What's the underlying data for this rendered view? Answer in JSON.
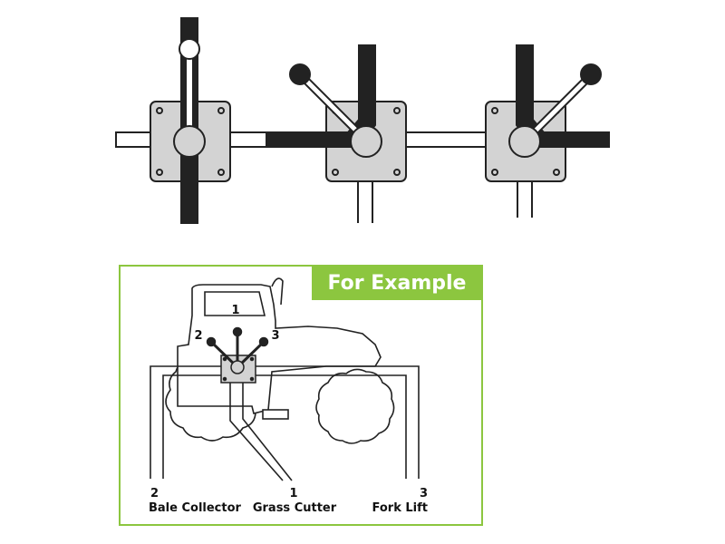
{
  "banner": {
    "title": "For Example",
    "color": "#8cc63f"
  },
  "colors": {
    "plate": "#d3d3d3",
    "stroke": "#222222",
    "pipe_active": "#222222",
    "frame": "#8cc63f"
  },
  "valves": [
    {
      "lever": "up"
    },
    {
      "lever": "left"
    },
    {
      "lever": "right"
    }
  ],
  "example": {
    "lever_numbers": [
      "2",
      "1",
      "3"
    ],
    "outputs": [
      {
        "number": "2",
        "name": "Bale Collector"
      },
      {
        "number": "1",
        "name": "Grass Cutter"
      },
      {
        "number": "3",
        "name": "Fork Lift"
      }
    ]
  }
}
